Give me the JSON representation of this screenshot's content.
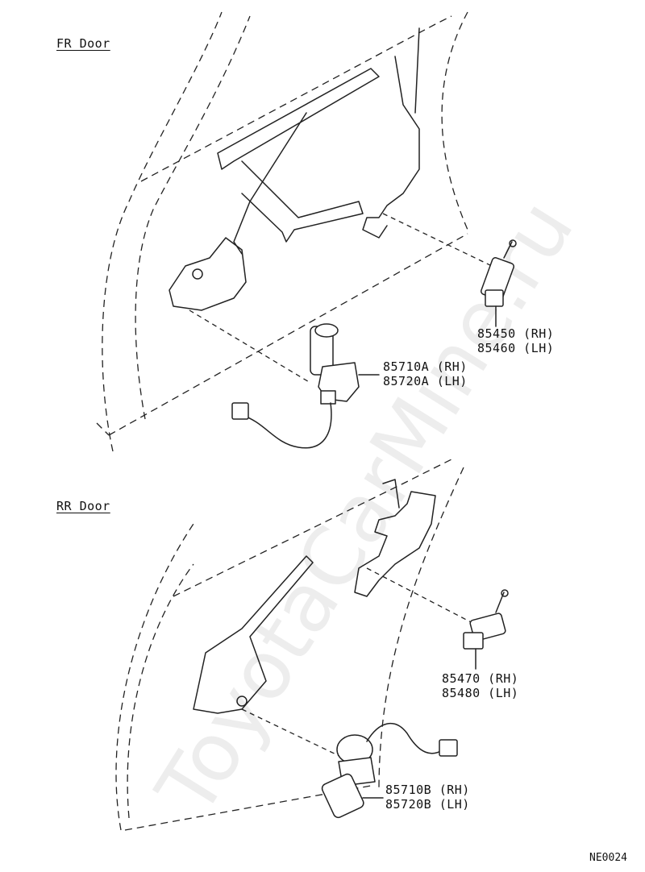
{
  "watermark": "ToyotaCarMine.ru",
  "sections": {
    "front": {
      "title": "FR Door"
    },
    "rear": {
      "title": "RR Door"
    }
  },
  "parts": {
    "front_lock_actuator": {
      "rh": "85450 (RH)",
      "lh": "85460 (LH)"
    },
    "front_window_motor": {
      "rh": "85710A (RH)",
      "lh": "85720A (LH)"
    },
    "rear_lock_actuator": {
      "rh": "85470 (RH)",
      "lh": "85480 (LH)"
    },
    "rear_window_motor": {
      "rh": "85710B (RH)",
      "lh": "85720B (LH)"
    }
  },
  "figure_code": "NE0024"
}
